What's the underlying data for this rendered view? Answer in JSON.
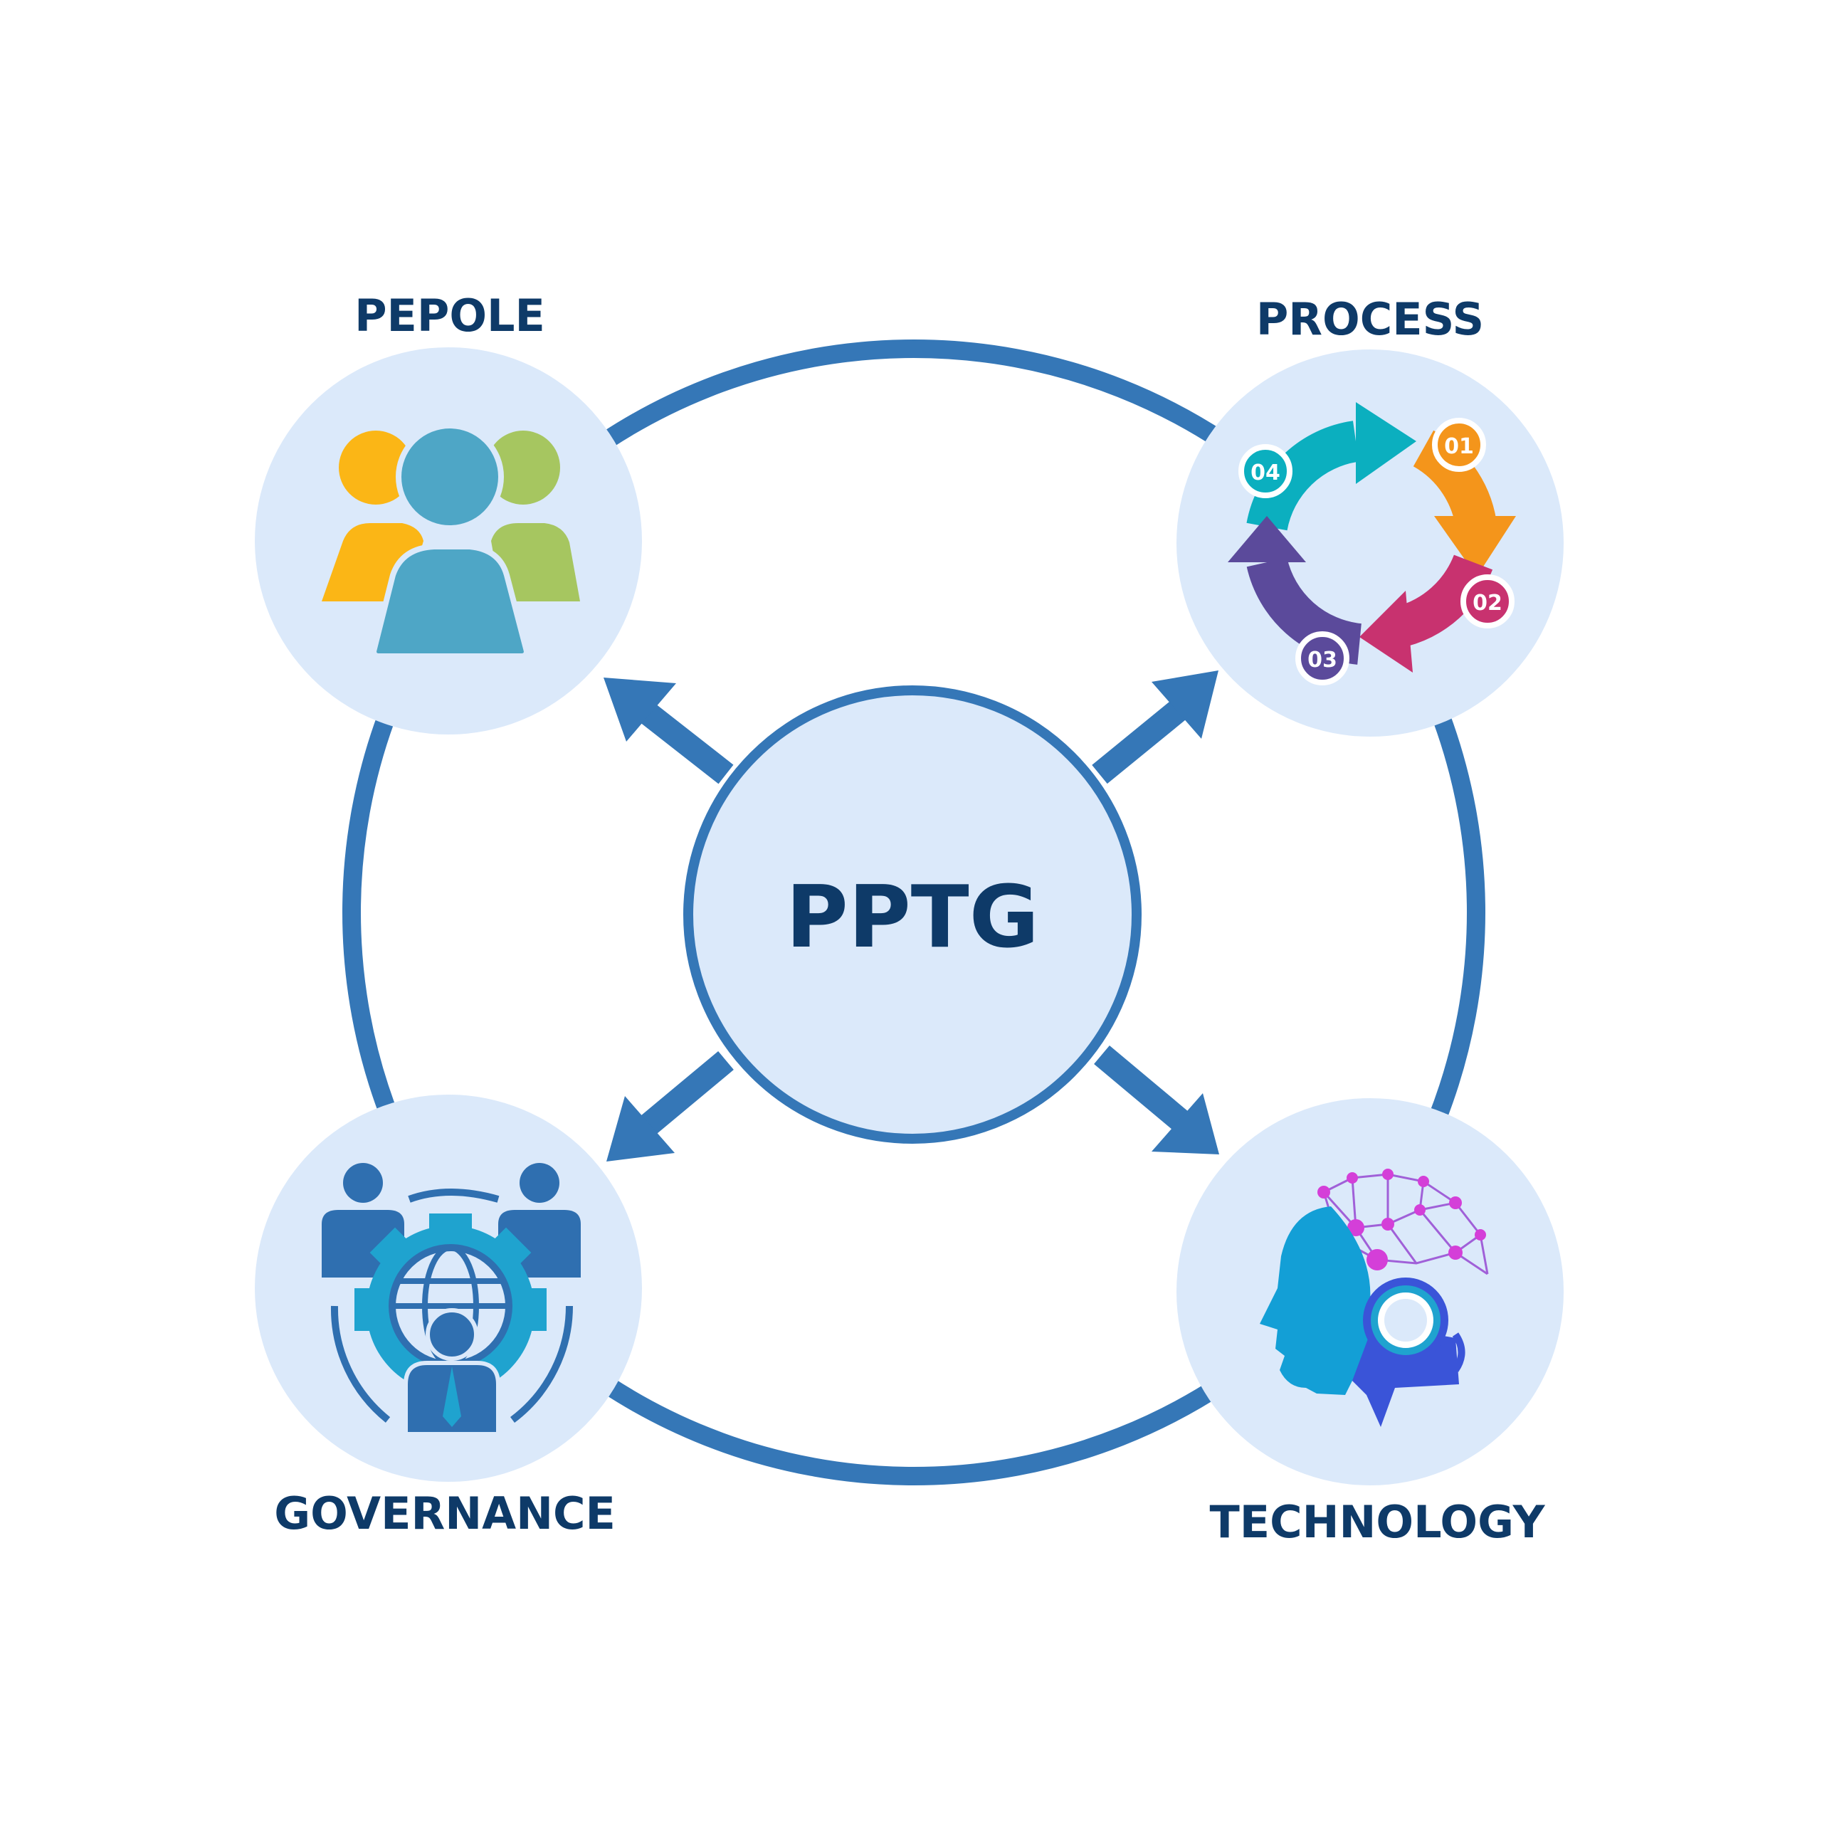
{
  "center": {
    "label": "PPTG"
  },
  "nodes": [
    {
      "id": "people",
      "label": "PEPOLE",
      "icon": "people-group-icon"
    },
    {
      "id": "process",
      "label": "PROCESS",
      "icon": "process-cycle-icon"
    },
    {
      "id": "governance",
      "label": "GOVERNANCE",
      "icon": "governance-gear-globe-icon"
    },
    {
      "id": "technology",
      "label": "TECHNOLOGY",
      "icon": "ai-head-network-icon"
    }
  ],
  "process_steps": [
    "01",
    "02",
    "03",
    "04"
  ],
  "colors": {
    "ring": "#3577b7",
    "circle_fill": "#dbe9fa",
    "label": "#0e3a68",
    "arrow": "#3577b7"
  }
}
